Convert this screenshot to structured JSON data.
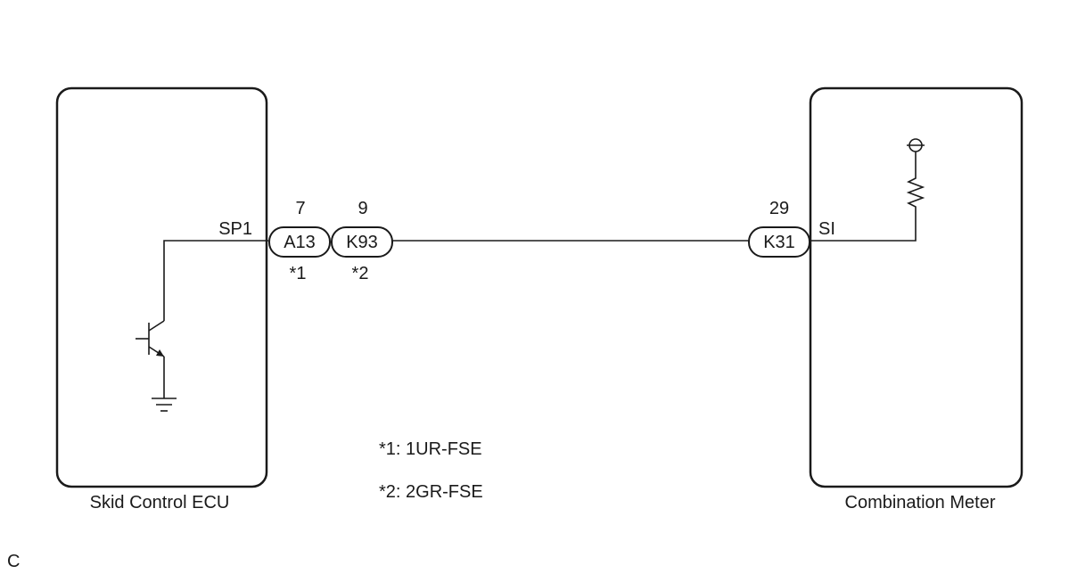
{
  "components": {
    "left": {
      "label": "Skid Control ECU",
      "terminal": "SP1"
    },
    "right": {
      "label": "Combination Meter",
      "terminal": "SI"
    }
  },
  "connectors": [
    {
      "id": "A13",
      "pin": "7",
      "note": "*1"
    },
    {
      "id": "K93",
      "pin": "9",
      "note": "*2"
    },
    {
      "id": "K31",
      "pin": "29"
    }
  ],
  "legend": [
    "*1: 1UR-FSE",
    "*2: 2GR-FSE"
  ],
  "corner_mark": "C",
  "icons": {
    "transistor": "npn-transistor-icon",
    "ground": "ground-icon",
    "resistor": "resistor-icon",
    "power": "power-terminal-icon"
  }
}
